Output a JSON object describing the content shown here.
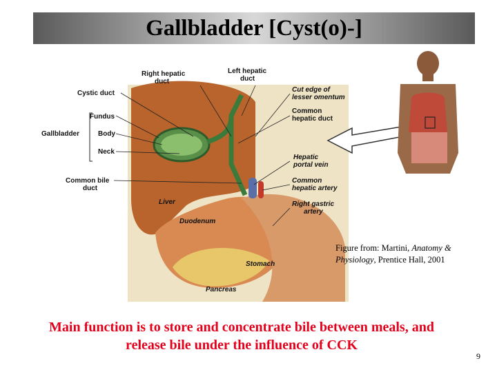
{
  "slide": {
    "title": "Gallbladder [Cyst(o)-]",
    "page_number": "9"
  },
  "figure": {
    "labels": {
      "right_hepatic_duct": [
        "Right hepatic",
        "duct"
      ],
      "left_hepatic_duct": [
        "Left hepatic",
        "duct"
      ],
      "cystic_duct": "Cystic duct",
      "fundus": "Fundus",
      "gallbladder": "Gallbladder",
      "body": "Body",
      "neck": "Neck",
      "common_bile_duct": [
        "Common bile",
        "duct"
      ],
      "cut_edge": [
        "Cut edge of",
        "lesser omentum"
      ],
      "common_hepatic_duct": [
        "Common",
        "hepatic duct"
      ],
      "hepatic_portal_vein": [
        "Hepatic",
        "portal vein"
      ],
      "common_hepatic_artery": [
        "Common",
        "hepatic artery"
      ],
      "right_gastric_artery": [
        "Right gastric",
        "artery"
      ],
      "liver": "Liver",
      "duodenum": "Duodenum",
      "stomach": "Stomach",
      "pancreas": "Pancreas"
    }
  },
  "credit": {
    "prefix": "Figure from: Martini, ",
    "book": "Anatomy & Physiology",
    "suffix": ", Prentice Hall, 2001"
  },
  "caption": "Main function is to store and concentrate bile between meals, and release bile under the influence of CCK"
}
